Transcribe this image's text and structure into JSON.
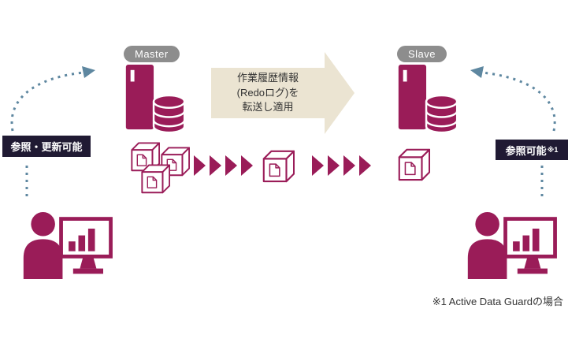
{
  "diagram": {
    "master_label": "Master",
    "slave_label": "Slave",
    "transfer_arrow": {
      "line1": "作業履歴情報",
      "line2": "(Redoログ)を",
      "line3": "転送し適用"
    },
    "left_badge": "参照・更新可能",
    "right_badge": {
      "text": "参照可能",
      "note_ref": "※1"
    },
    "footnote": "※1 Active Data Guardの場合",
    "icons": [
      "server-database-icon",
      "cube-document-icon",
      "flow-chevron-icon",
      "user-icon",
      "bar-chart-monitor-icon",
      "dashed-arrow-icon"
    ],
    "colors": {
      "primary": "#9a1c58",
      "badge_bg": "#201a33",
      "pill_bg": "#8d8d8d",
      "arrow_bg": "#ebe4d2",
      "dashed_arrow": "#5e87a0",
      "text": "#333333"
    }
  }
}
